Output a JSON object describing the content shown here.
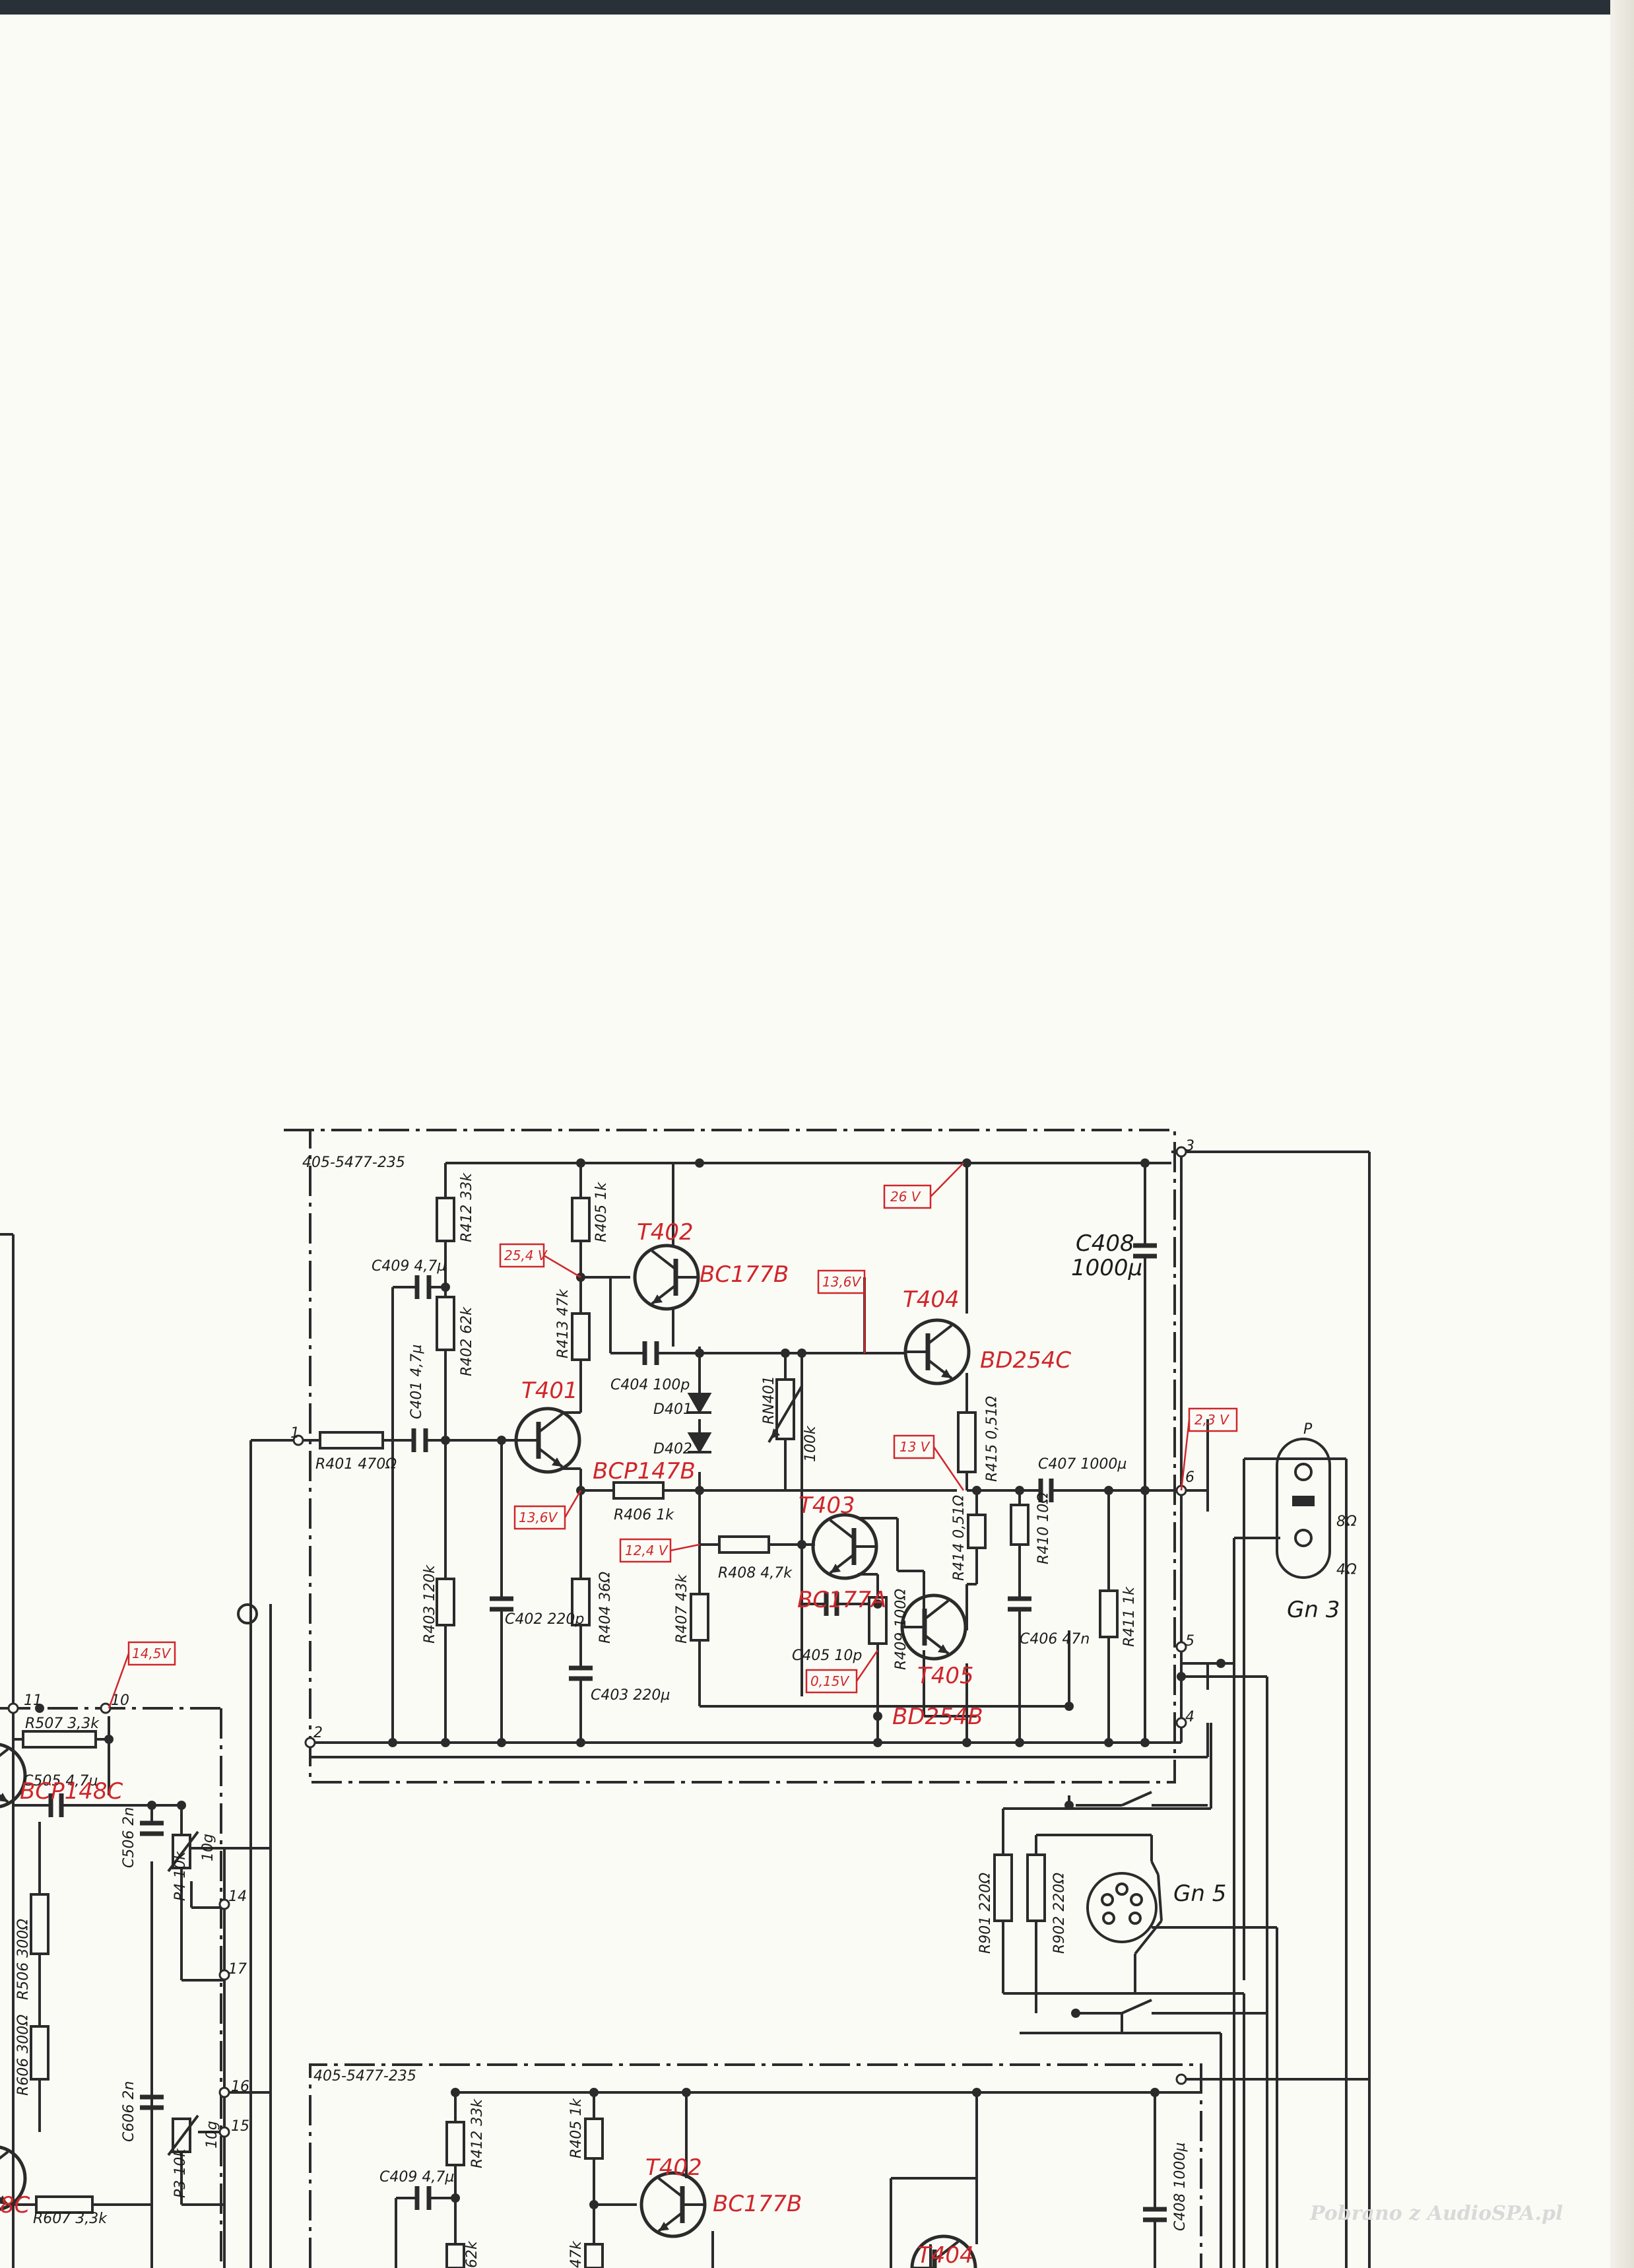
{
  "board_top": "405-5477-235",
  "board_bottom": "405-5477-235",
  "connectors": [
    "1",
    "2",
    "3",
    "4",
    "5",
    "6",
    "10",
    "11",
    "14",
    "15",
    "16",
    "17"
  ],
  "components": {
    "R401": "R401 470Ω",
    "R412": "R412 33k",
    "R405": "R405 1k",
    "C409": "C409 4,7µ",
    "R402": "R402 62k",
    "R413": "R413 47k",
    "C401": "C401 4,7µ",
    "C404": "C404 100p",
    "D401": "D401",
    "D402": "D402",
    "RN401": "RN401",
    "RN401_val": "100k",
    "R406": "R406 1k",
    "R403": "R403 120k",
    "C402": "C402 220p",
    "R404": "R404 36Ω",
    "C403": "C403 220µ",
    "R407": "R407 43k",
    "R408": "R408 4,7k",
    "C405": "C405 10p",
    "R409": "R409 100Ω",
    "R414": "R414 0,51Ω",
    "R415": "R415 0,51Ω",
    "R410": "R410 10Ω",
    "C406": "C406 47n",
    "C407": "C407 1000µ",
    "C408": "C408",
    "C408_val": "1000µ",
    "R411": "R411 1k",
    "R901": "R901 220Ω",
    "R902": "R902 220Ω",
    "R507": "R507 3,3k",
    "C505": "C505 4,7µ",
    "C506": "C506 2n",
    "P4": "P4 10k",
    "log_top": "10g",
    "R506": "R506 300Ω",
    "R606": "R606 300Ω",
    "C606": "C606 2n",
    "P3": "P3 10k",
    "log_bot": "10g",
    "R607": "R607 3,3k",
    "R412b": "R412 33k",
    "R405b": "R405 1k",
    "C409b": "C409 4,7µ",
    "C408b": "C408 1000µ",
    "R402b": "62k",
    "R413b": "47k"
  },
  "transistors": {
    "T401": "T401",
    "T401_type": "BCP147B",
    "T402": "T402",
    "T402_type": "BC177B",
    "T403": "T403",
    "T403_type": "BC177A",
    "T404": "T404",
    "T404_type": "BD254C",
    "T405": "T405",
    "T405_type": "BD254B",
    "left_type": "BCP148C",
    "T402b": "T402",
    "T402b_type": "BC177B",
    "T404b": "T404",
    "left_partial": "8C"
  },
  "voltages": {
    "v26": "26 V",
    "v254": "25,4 V",
    "v136a": "13,6V",
    "v136b": "13,6V",
    "v13": "13 V",
    "v23": "2,3 V",
    "v124": "12,4 V",
    "v015": "0,15V",
    "v145": "14,5V"
  },
  "speaker": {
    "gn3": "Gn 3",
    "p": "P",
    "ohm8": "8Ω",
    "ohm4": "4Ω",
    "gn5": "Gn 5"
  },
  "watermark": "Pobrano z AudioSPA.pl",
  "colors": {
    "ink": "#2b2b2b",
    "annotation": "#d0262a",
    "paper": "#fbfbf6"
  }
}
